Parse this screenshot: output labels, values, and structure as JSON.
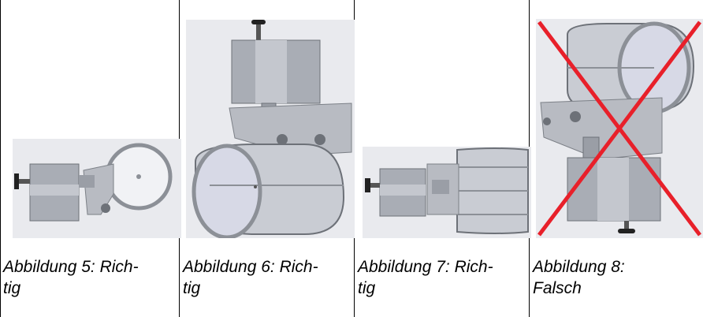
{
  "figures": [
    {
      "caption_line1": "Abbildung 5: Rich-",
      "caption_line2": "tig",
      "orientation": "motor-left",
      "status": "correct"
    },
    {
      "caption_line1": "Abbildung 6: Rich-",
      "caption_line2": "tig",
      "orientation": "motor-top",
      "status": "correct"
    },
    {
      "caption_line1": "Abbildung 7: Rich-",
      "caption_line2": "tig",
      "orientation": "motor-left-side",
      "status": "correct"
    },
    {
      "caption_line1": "Abbildung 8:",
      "caption_line2": "Falsch",
      "orientation": "motor-bottom",
      "status": "wrong"
    }
  ],
  "colors": {
    "cross": "#e8202a",
    "metal": "#8c9097",
    "metal_light": "#c9ccd3",
    "background": "#e9eaee"
  }
}
